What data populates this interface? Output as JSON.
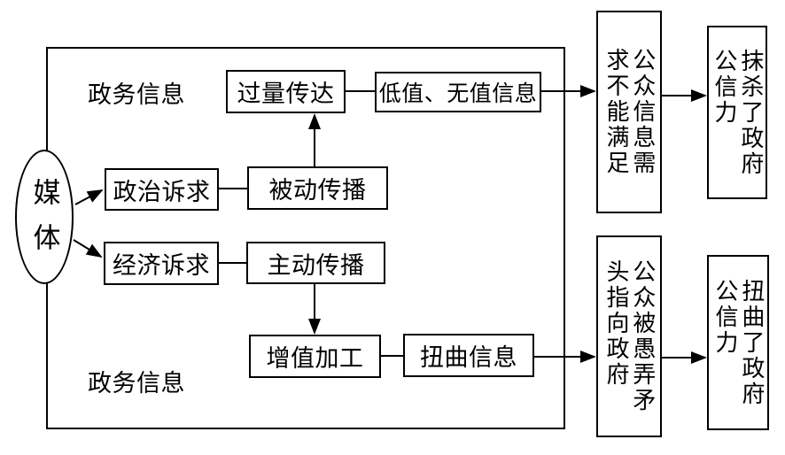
{
  "diagram": {
    "media_label": "媒体",
    "system_label_top": "政务信息",
    "system_label_bottom": "政务信息",
    "nodes": {
      "overload_delivery": "过量传达",
      "low_no_value_info": "低值、无值信息",
      "political_appeal": "政治诉求",
      "passive_spread": "被动传播",
      "economic_appeal": "经济诉求",
      "active_spread": "主动传播",
      "value_added_processing": "增值加工",
      "distorted_info": "扭曲信息"
    },
    "outcomes": {
      "public_needs_unmet": "公众信息需\n求不能满足",
      "credibility_destroyed": "抹杀了政府\n公信力",
      "public_fooled_blame_gov": "公众被愚弄矛\n头指向政府",
      "credibility_distorted": "扭曲了政府\n公信力"
    }
  }
}
